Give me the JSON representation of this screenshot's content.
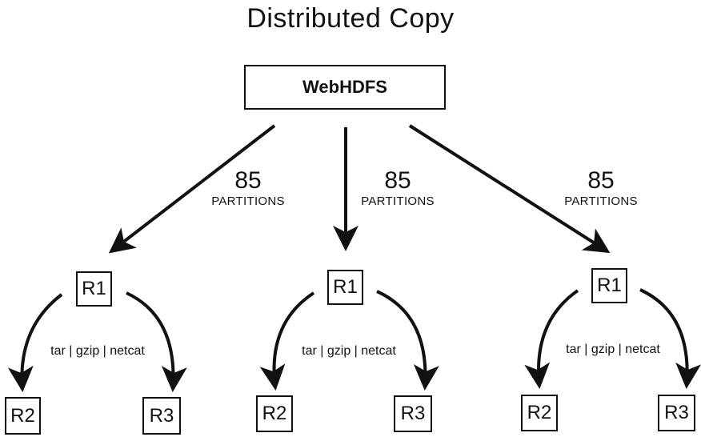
{
  "title": "Distributed Copy",
  "source": "WebHDFS",
  "edge_label": {
    "count": "85",
    "unit": "PARTITIONS"
  },
  "groups": [
    {
      "primary": "R1",
      "left": "R2",
      "right": "R3",
      "command": "tar | gzip | netcat"
    },
    {
      "primary": "R1",
      "left": "R2",
      "right": "R3",
      "command": "tar | gzip | netcat"
    },
    {
      "primary": "R1",
      "left": "R2",
      "right": "R3",
      "command": "tar | gzip | netcat"
    }
  ]
}
